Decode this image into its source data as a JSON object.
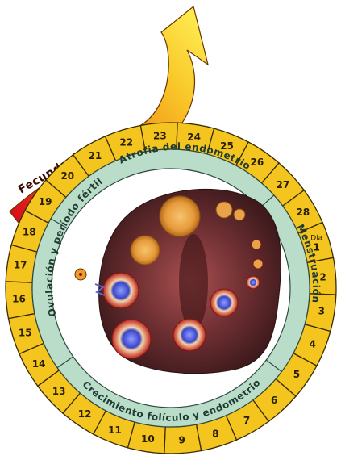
{
  "fecundacion": {
    "label": "Fecundación"
  },
  "days": [
    "1",
    "2",
    "3",
    "4",
    "5",
    "6",
    "7",
    "8",
    "9",
    "10",
    "11",
    "12",
    "13",
    "14",
    "15",
    "16",
    "17",
    "18",
    "19",
    "20",
    "21",
    "22",
    "23",
    "24",
    "25",
    "26",
    "27",
    "28"
  ],
  "day_prefix": "Día",
  "phases": {
    "atrofia": "Atrofia del endometrio",
    "menstruacion": "Menstruación",
    "crecimiento": "Crecimiento folículo y endometrio",
    "ovulacion": "Ovulación y período fértil"
  },
  "colors": {
    "day_fill": "#f5c51f",
    "day_stroke": "#3a2c00",
    "band_fill": "#b9ddc8",
    "ovary": "#5e2a2c",
    "arrow_start": "#d8001d",
    "arrow_end": "#fff14a"
  }
}
